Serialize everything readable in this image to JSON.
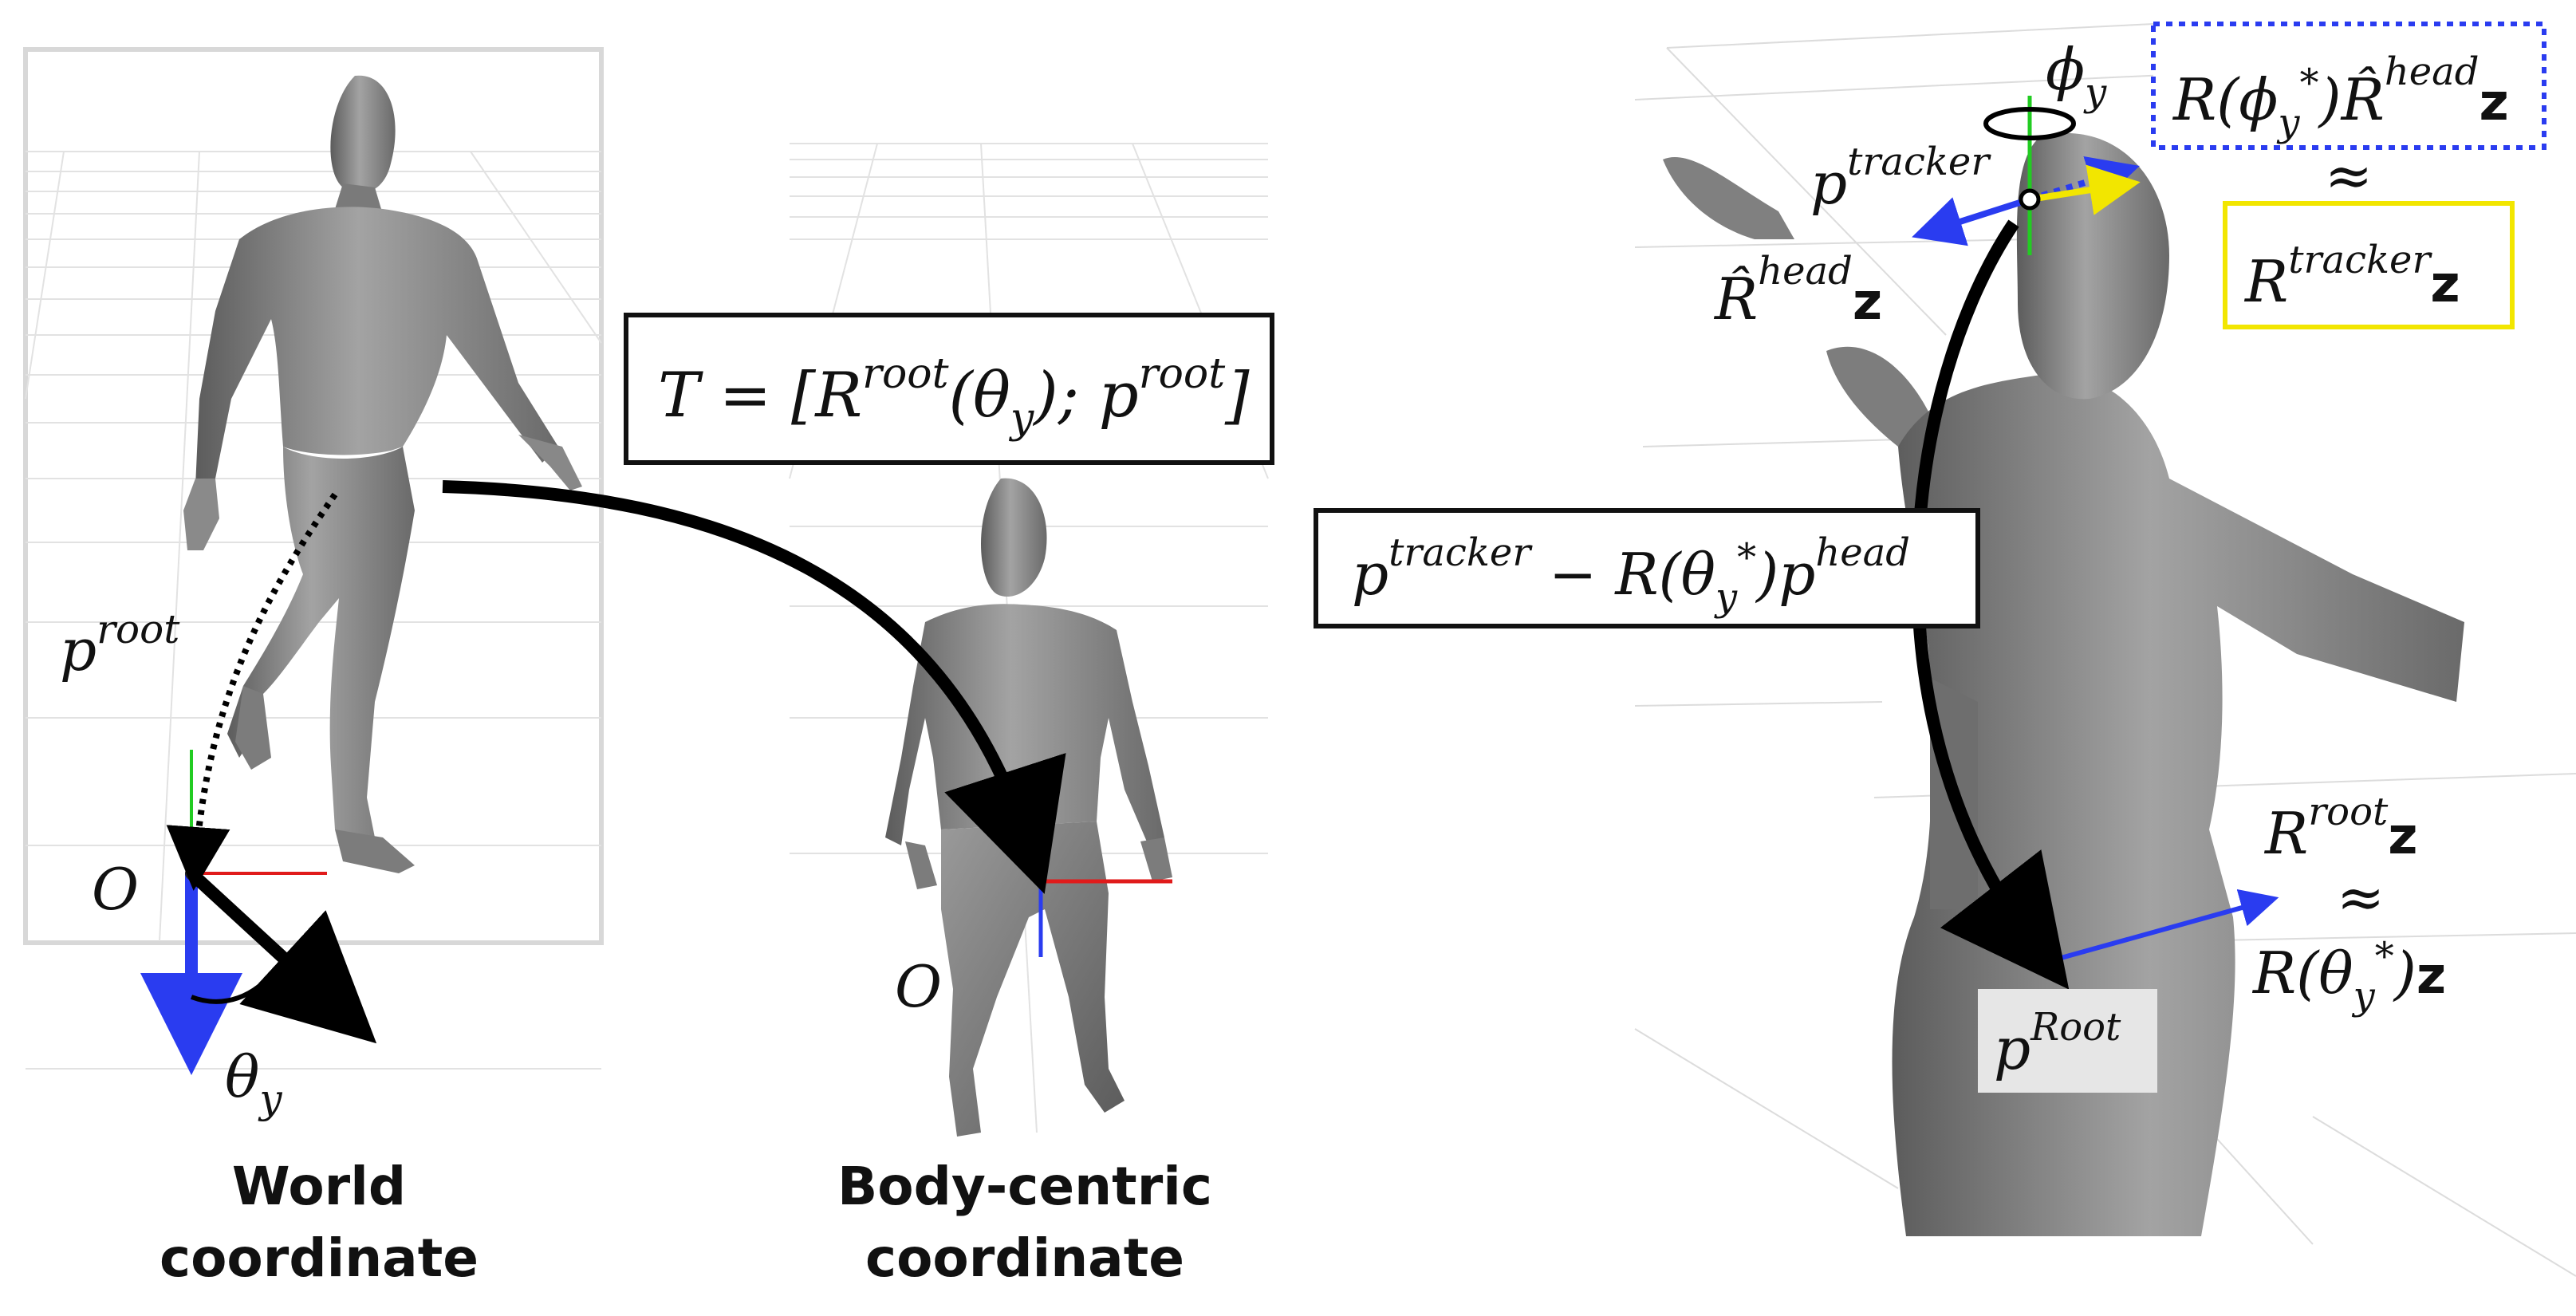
{
  "left_panel": {
    "caption": {
      "line1": "World",
      "line2": "coordinate"
    },
    "p_root": {
      "base": "p",
      "sup": "root"
    },
    "origin": "O",
    "theta": {
      "base": "θ",
      "sub": "y"
    }
  },
  "middle_panel": {
    "caption": {
      "line1": "Body-centric",
      "line2": "coordinate"
    },
    "origin": "O",
    "transform": {
      "t": "T = [R",
      "sup1": "root",
      "mid": "(θ",
      "sub": "y",
      "mid2": "); p",
      "sup2": "root",
      "end": "]"
    }
  },
  "right_panel": {
    "phi": {
      "base": "ϕ",
      "sub": "y"
    },
    "p_tracker": {
      "base": "p",
      "sup": "tracker"
    },
    "r_head_hat": {
      "base": "R̂",
      "sup": "head",
      "vec": "z"
    },
    "blue_box": {
      "a": "R(ϕ",
      "sub": "y",
      "star": "*",
      "b": ")R̂",
      "sup": "head",
      "vec": "z"
    },
    "approx": "≈",
    "yellow_box": {
      "base": "R",
      "sup": "tracker",
      "vec": "z"
    },
    "diff_box": {
      "a": "p",
      "sup1": "tracker",
      "b": " − R(θ",
      "sub": "y",
      "star": "*",
      "c": ")p",
      "sup2": "head"
    },
    "r_root": {
      "base": "R",
      "sup": "root",
      "vec": "z"
    },
    "r_theta": {
      "a": "R(θ",
      "sub": "y",
      "star": "*",
      "b": ")",
      "vec": "z"
    },
    "p_root_label": {
      "base": "p",
      "sup": "Root"
    }
  },
  "colors": {
    "axis_x": "#e01b1b",
    "axis_y": "#22cc22",
    "axis_z": "#2a3cf0",
    "tracker_yellow": "#f2e600",
    "box_blue": "#2a3cf0",
    "box_yellow": "#f2e600",
    "figure_gray": "#8a8a8a"
  }
}
